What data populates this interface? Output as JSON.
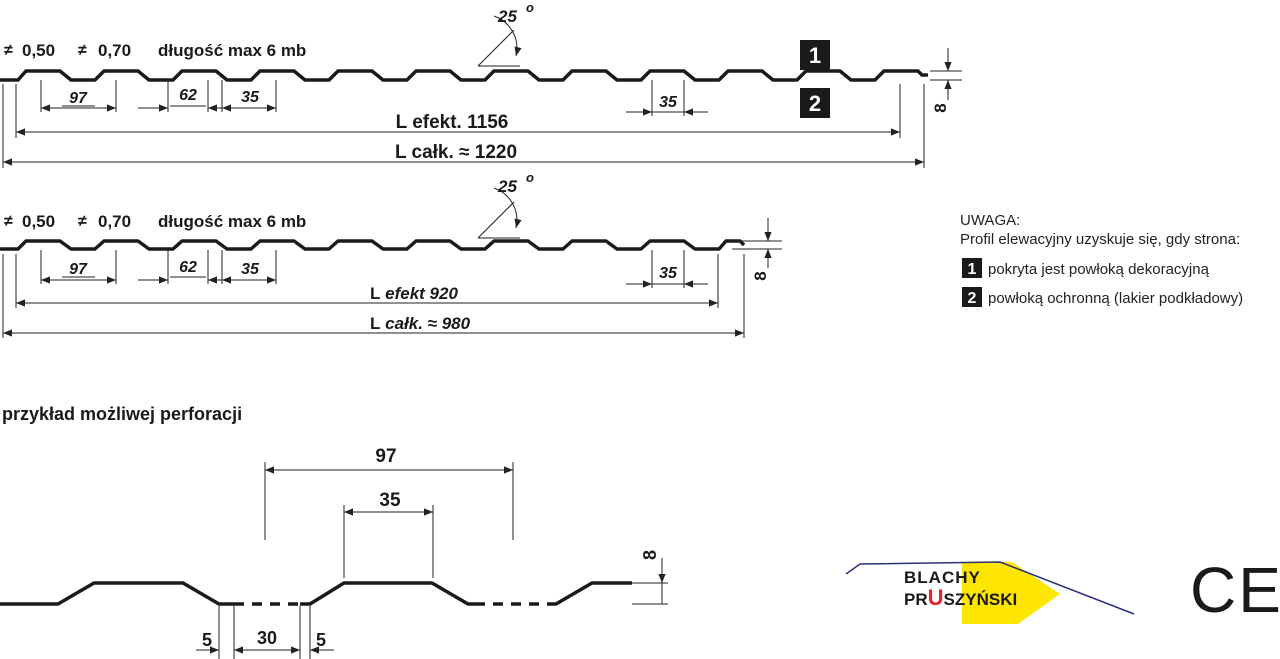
{
  "profile1": {
    "thickness_a": "0,50",
    "thickness_b": "0,70",
    "length_note": "długość max 6 mb",
    "angle": "25",
    "dim_pitch": "97",
    "dim_bottom": "62",
    "dim_top": "35",
    "dim_top_right": "35",
    "effective_length": "L efekt. 1156",
    "total_length": "L całk. ≈ 1220",
    "height": "8",
    "side_1": "1",
    "side_2": "2"
  },
  "profile2": {
    "thickness_a": "0,50",
    "thickness_b": "0,70",
    "length_note": "długość max 6 mb",
    "angle": "25",
    "dim_pitch": "97",
    "dim_bottom": "62",
    "dim_top": "35",
    "dim_top_right": "35",
    "effective_prefix": "L",
    "effective_value": "efekt  920",
    "total_prefix": "L",
    "total_value": "całk. ≈  980",
    "height": "8"
  },
  "note": {
    "title": "UWAGA:",
    "line": "Profil elewacyjny uzyskuje się, gdy strona:",
    "item1_num": "1",
    "item1_text": "pokryta jest powłoką dekoracyjną",
    "item2_num": "2",
    "item2_text": "powłoką ochronną (lakier podkładowy)"
  },
  "perforation": {
    "title": "przykład możliwej perforacji",
    "dim_pitch": "97",
    "dim_top": "35",
    "dim_height": "8",
    "dim_edge_left": "5",
    "dim_hole": "30",
    "dim_edge_right": "5"
  },
  "logo": {
    "line1": "BLACHY",
    "line2_a": "PR",
    "line2_b": "U",
    "line2_c": "SZYŃSKI",
    "red": "#e3262b",
    "yellow": "#ffe600",
    "blue": "#2a2f7a",
    "ink": "#1a1a1a"
  },
  "ce_mark": "CE"
}
